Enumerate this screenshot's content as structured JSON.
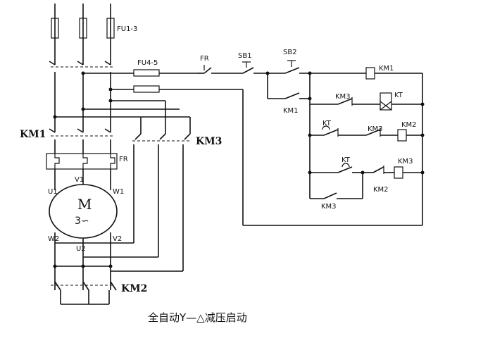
{
  "labels": {
    "fu1": "FU1-3",
    "fu4": "FU4-5",
    "fr_top": "FR",
    "sb1": "SB1",
    "sb2": "SB2",
    "km1_coil": "KM1",
    "km3_nc": "KM3",
    "kt_coil": "KT",
    "km1_contact": "KM1",
    "kt_delay1": "KT",
    "km3_nc2": "KM3",
    "km2_coil": "KM2",
    "kt_delay2": "KT",
    "km3_coil": "KM3",
    "km3_contact": "KM3",
    "km2_nc": "KM2",
    "km1_main": "KM1",
    "km3_main": "KM3",
    "fr_main": "FR",
    "motor_m": "M",
    "motor_3": "3∽",
    "u1": "U1",
    "v1": "V1",
    "w1": "W1",
    "w2": "W2",
    "u2": "U2",
    "v2": "V2",
    "km2_main": "KM2"
  },
  "caption": "全自动Y—△减压启动"
}
